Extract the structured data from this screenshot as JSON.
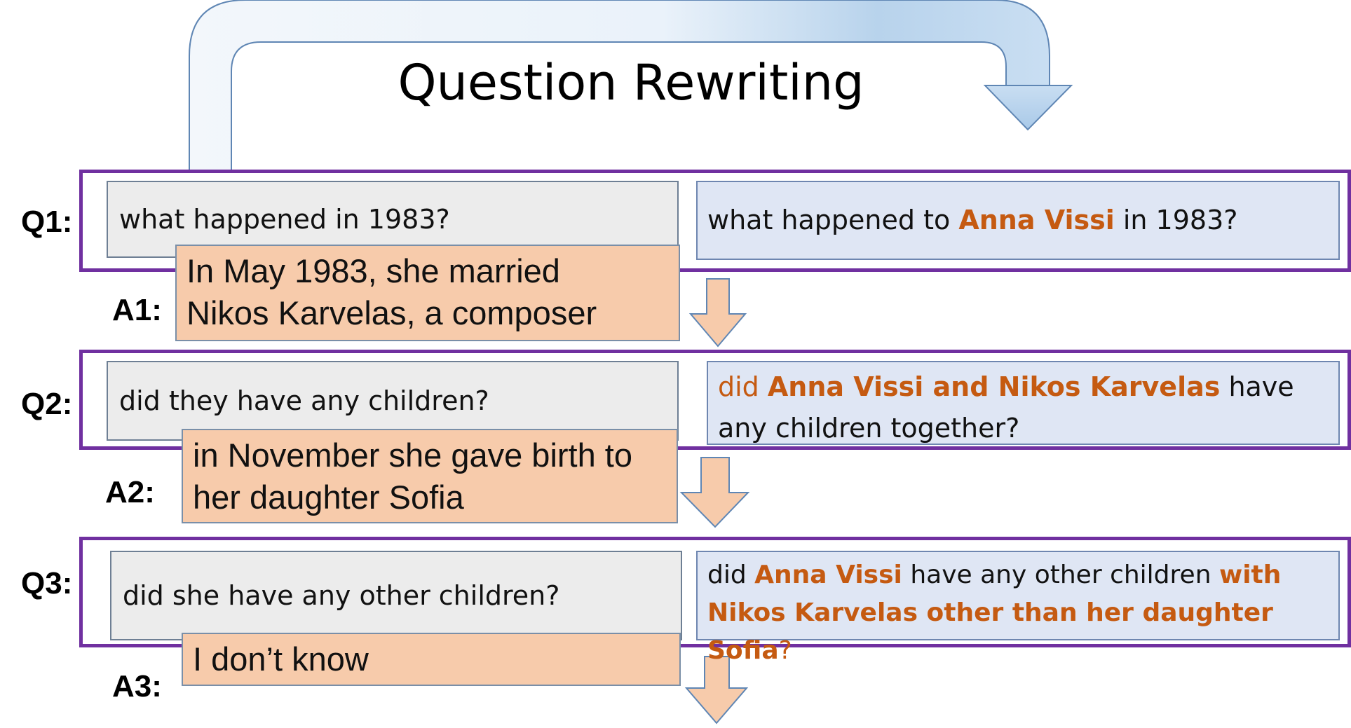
{
  "title": "Question Rewriting",
  "turns": [
    {
      "q_label": "Q1:",
      "question": "what happened in 1983?",
      "rewrite": [
        {
          "t": "what happened  to ",
          "hl": false
        },
        {
          "t": "Anna Vissi",
          "hl": true
        },
        {
          "t": " in 1983?",
          "hl": false
        }
      ],
      "a_label": "A1:",
      "answer": [
        "In May 1983, she married",
        "Nikos Karvelas, a composer"
      ]
    },
    {
      "q_label": "Q2:",
      "question": "did they have any children?",
      "rewrite": [
        {
          "t": "did ",
          "hl": "regular"
        },
        {
          "t": "Anna Vissi and Nikos Karvelas",
          "hl": true
        },
        {
          "t": " have any children together?",
          "hl": false
        }
      ],
      "a_label": "A2:",
      "answer": [
        "in November she gave birth to",
        "her daughter Sofia"
      ]
    },
    {
      "q_label": "Q3:",
      "question": "did she have any other children?",
      "rewrite": [
        {
          "t": "did ",
          "hl": false
        },
        {
          "t": "Anna Vissi",
          "hl": true
        },
        {
          "t": " have any other children ",
          "hl": false
        },
        {
          "t": "with Nikos Karvelas other than her daughter Sofia",
          "hl": true
        },
        {
          "t": "?",
          "hl": "regular"
        }
      ],
      "a_label": "A3:",
      "answer": [
        "I don’t know"
      ]
    }
  ],
  "colors": {
    "turn_border": "#7030a0",
    "highlight": "#c55a11",
    "answer_fill": "#f7cbab",
    "rewrite_fill": "#dfe6f4",
    "question_fill": "#ececec",
    "arrow_fill": "#f7cbab"
  }
}
